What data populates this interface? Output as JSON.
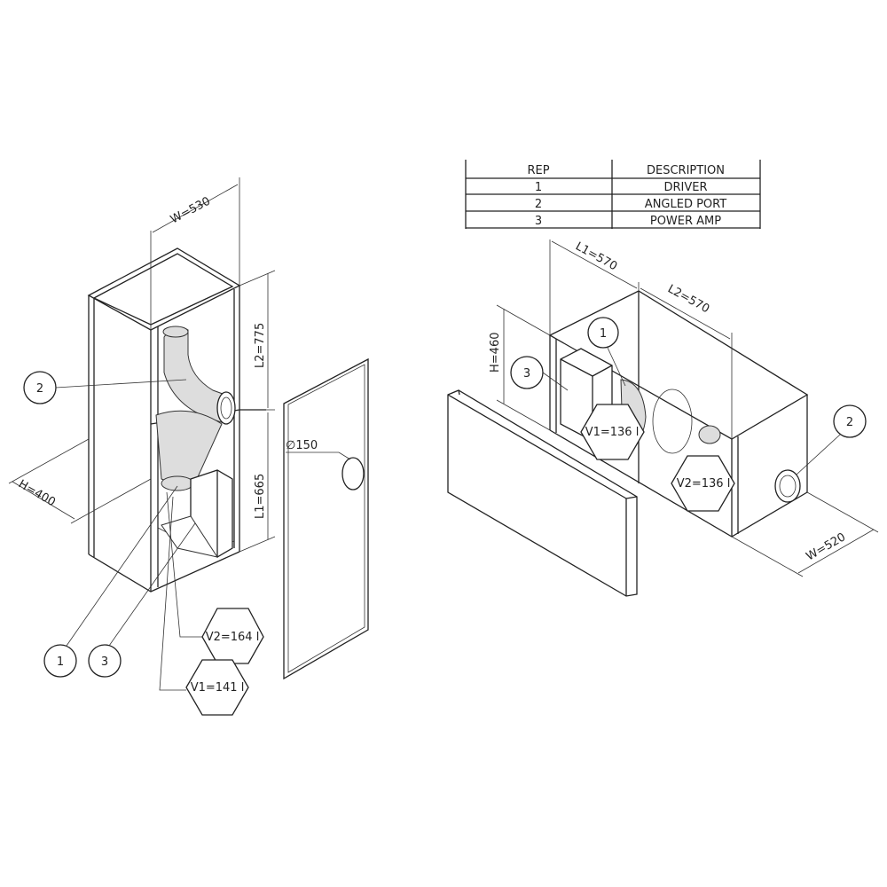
{
  "table": {
    "headers": [
      "REP",
      "DESCRIPTION"
    ],
    "rows": [
      {
        "rep": "1",
        "description": "DRIVER"
      },
      {
        "rep": "2",
        "description": "ANGLED PORT"
      },
      {
        "rep": "3",
        "description": "POWER AMP"
      }
    ]
  },
  "left_view": {
    "dims": {
      "w": "W=530",
      "h": "H=400",
      "l1": "L1=665",
      "l2": "L2=775",
      "port_dia": "∅150"
    },
    "volumes": {
      "v1": "V1=141 l",
      "v2": "V2=164 l"
    },
    "balloons": {
      "driver": "1",
      "port": "2",
      "amp": "3"
    }
  },
  "right_view": {
    "dims": {
      "l1": "L1=570",
      "l2": "L2=570",
      "h": "H=460",
      "w": "W=520"
    },
    "volumes": {
      "v1": "V1=136 l",
      "v2": "V2=136 l"
    },
    "balloons": {
      "driver": "1",
      "port": "2",
      "amp": "3"
    }
  }
}
